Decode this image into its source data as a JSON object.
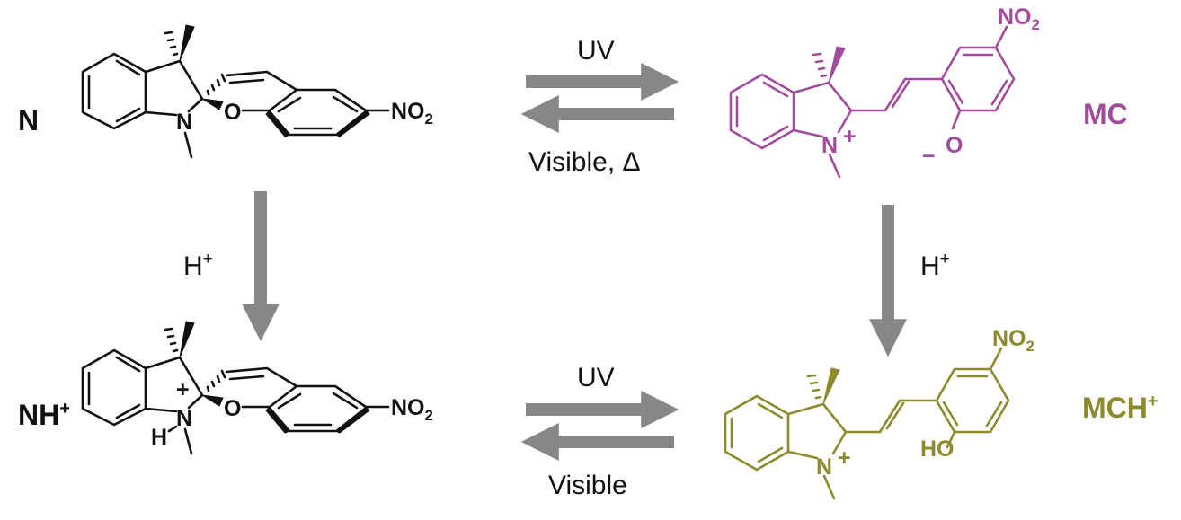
{
  "colors": {
    "spiro": "#111111",
    "mc": "#a24b9c",
    "mch": "#8c8a2c",
    "arrow": "#878787"
  },
  "compounds": {
    "N": {
      "label": "N"
    },
    "NH": {
      "label": "NH",
      "charge": "+"
    },
    "MC": {
      "label": "MC"
    },
    "MCH": {
      "label": "MCH",
      "charge": "+"
    }
  },
  "atoms": {
    "N": "N",
    "O": "O",
    "nitro_main": "NO",
    "nitro_sub": "2",
    "plus": "+",
    "minus": "−",
    "H": "H",
    "HO": "HO"
  },
  "conditions": {
    "top_forward": "UV",
    "top_reverse": "Visible, Δ",
    "left_down": "H",
    "left_down_sup": "+",
    "right_down": "H",
    "right_down_sup": "+",
    "bottom_forward": "UV",
    "bottom_reverse": "Visible"
  }
}
